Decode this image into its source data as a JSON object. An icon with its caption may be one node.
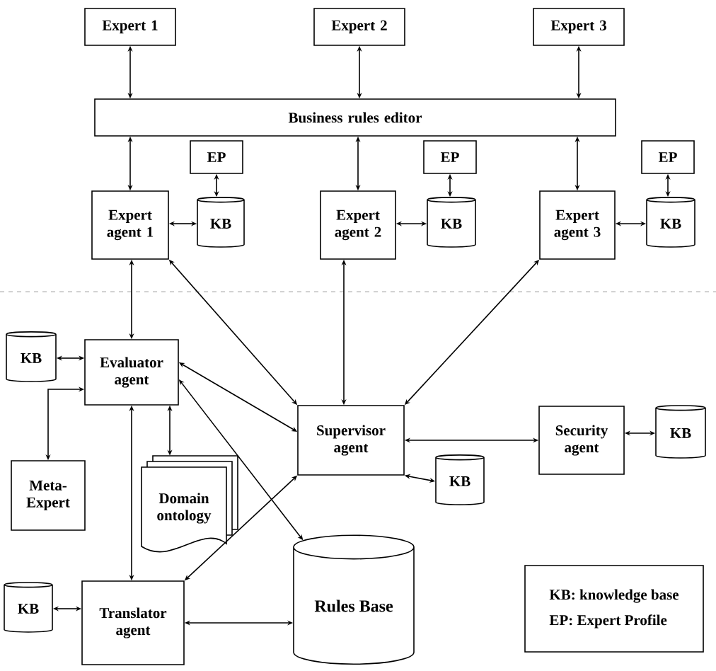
{
  "diagram": {
    "nodes": [
      {
        "text": [
          "Expert 1"
        ]
      },
      {
        "text": [
          "Expert 2"
        ]
      },
      {
        "text": [
          "Expert 3"
        ]
      },
      {
        "text": [
          "Business rules editor"
        ]
      },
      {
        "text": [
          "EP"
        ]
      },
      {
        "text": [
          "Expert agent 1"
        ]
      },
      {
        "text": [
          "KB"
        ]
      },
      {
        "text": [
          "EP"
        ]
      },
      {
        "text": [
          "Expert agent 2"
        ]
      },
      {
        "text": [
          "KB"
        ]
      },
      {
        "text": [
          "EP"
        ]
      },
      {
        "text": [
          "Expert agent 3"
        ]
      },
      {
        "text": [
          "KB"
        ]
      },
      {
        "text": [
          "KB"
        ]
      },
      {
        "text": [
          "Evaluator agent"
        ]
      },
      {
        "text": [
          "Meta-Expert"
        ]
      },
      {
        "text": [
          "Supervisor agent"
        ]
      },
      {
        "text": [
          "Domain ontology"
        ]
      },
      {
        "text": [
          "Security agent"
        ]
      },
      {
        "text": [
          "KB"
        ]
      },
      {
        "text": [
          "KB"
        ]
      },
      {
        "text": [
          "Rules Base"
        ]
      },
      {
        "text": [
          "Translator agent"
        ]
      },
      {
        "text": [
          "KB"
        ]
      },
      {
        "text": [
          "KB: knowledge base",
          "EP: Expert Profile"
        ]
      }
    ],
    "edges": [
      {
        "from": 0,
        "to": 3,
        "arrow": "both"
      },
      {
        "from": 1,
        "to": 3,
        "arrow": "both"
      },
      {
        "from": 2,
        "to": 3,
        "arrow": "both"
      },
      {
        "from": 3,
        "to": 5,
        "arrow": "both"
      },
      {
        "from": 3,
        "to": 8,
        "arrow": "both"
      },
      {
        "from": 3,
        "to": 11,
        "arrow": "both"
      },
      {
        "from": 4,
        "to": 6,
        "arrow": "both"
      },
      {
        "from": 5,
        "to": 6,
        "arrow": "both"
      },
      {
        "from": 7,
        "to": 9,
        "arrow": "both"
      },
      {
        "from": 8,
        "to": 9,
        "arrow": "both"
      },
      {
        "from": 10,
        "to": 12,
        "arrow": "both"
      },
      {
        "from": 11,
        "to": 12,
        "arrow": "both"
      },
      {
        "from": 5,
        "to": 14,
        "arrow": "both"
      },
      {
        "from": 5,
        "to": 16,
        "arrow": "both"
      },
      {
        "from": 8,
        "to": 16,
        "arrow": "both"
      },
      {
        "from": 11,
        "to": 16,
        "arrow": "both"
      },
      {
        "from": 14,
        "to": 13,
        "arrow": "both"
      },
      {
        "from": 14,
        "to": 15,
        "arrow": "both"
      },
      {
        "from": 14,
        "to": 16,
        "arrow": "both"
      },
      {
        "from": 14,
        "to": 21,
        "arrow": "both"
      },
      {
        "from": 14,
        "to": 17,
        "arrow": "both"
      },
      {
        "from": 14,
        "to": 22,
        "arrow": "both"
      },
      {
        "from": 16,
        "to": 22,
        "arrow": "both"
      },
      {
        "from": 16,
        "to": 18,
        "arrow": "both"
      },
      {
        "from": 18,
        "to": 19,
        "arrow": "both"
      },
      {
        "from": 16,
        "to": 20,
        "arrow": "both"
      },
      {
        "from": 22,
        "to": 21,
        "arrow": "both"
      },
      {
        "from": 22,
        "to": 23,
        "arrow": "both"
      }
    ]
  }
}
